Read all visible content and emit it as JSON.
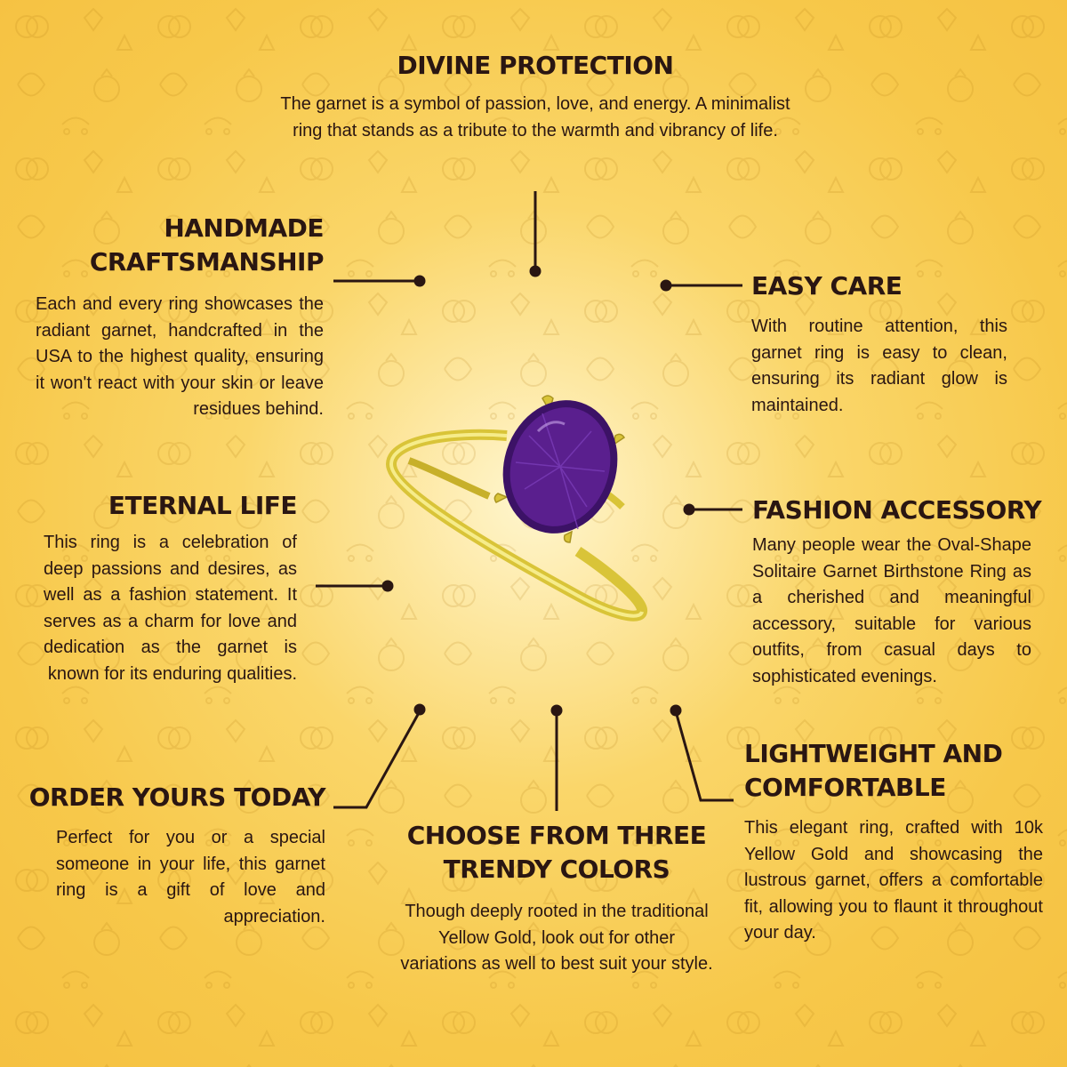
{
  "features": {
    "divine_protection": {
      "title": "DIVINE PROTECTION",
      "text": "The garnet is a symbol of passion, love, and energy. A minimalist ring that stands as a tribute to the warmth and vibrancy of life."
    },
    "handmade": {
      "title_line1": "HANDMADE",
      "title_line2": "CRAFTSMANSHIP",
      "text": "Each and every ring showcases the radiant garnet, handcrafted in the USA to the highest quality, ensuring it won't react with your skin or leave residues behind."
    },
    "easy_care": {
      "title": "EASY CARE",
      "text": "With routine attention, this garnet ring is easy to clean, ensuring its radiant glow is maintained."
    },
    "eternal_life": {
      "title": "ETERNAL LIFE",
      "text": "This ring is a celebration of deep passions and desires, as well as a fashion statement. It serves as a charm for love and dedication as the garnet is known for its enduring qualities."
    },
    "fashion_accessory": {
      "title": "FASHION ACCESSORY",
      "text": "Many people wear the Oval-Shape Solitaire Garnet Birthstone Ring as a cherished and meaningful accessory, suitable for various outfits, from casual days to sophisticated evenings."
    },
    "lightweight": {
      "title_line1": "LIGHTWEIGHT AND",
      "title_line2": "COMFORTABLE",
      "text": "This elegant ring, crafted with 10k Yellow Gold and showcasing the lustrous garnet, offers a comfortable fit, allowing you to flaunt it throughout your day."
    },
    "order": {
      "title": "ORDER YOURS TODAY",
      "text": "Perfect for you or a special someone in your life, this garnet ring is a gift of love and appreciation."
    },
    "colors": {
      "title_line1": "CHOOSE FROM THREE",
      "title_line2": "TRENDY COLORS",
      "text": "Though deeply rooted in the traditional Yellow Gold, look out for other variations as well to best suit your style."
    }
  },
  "colors": {
    "background": "#f7c84a",
    "text": "#2a1612",
    "gemstone": "#4b1a7a",
    "gold": "#e8d64a"
  }
}
